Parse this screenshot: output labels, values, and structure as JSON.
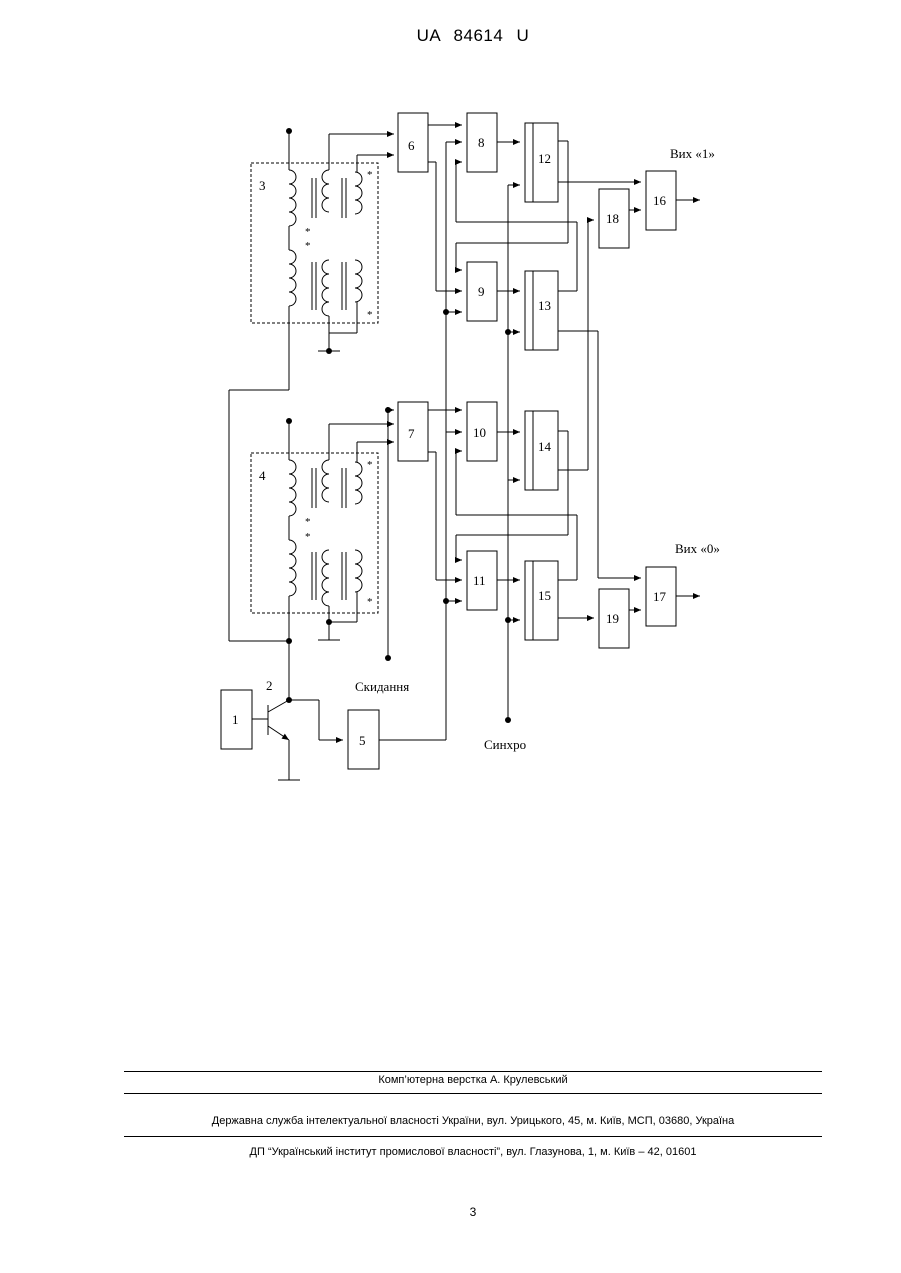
{
  "document": {
    "header": "UA 84614 U",
    "page_number": "3"
  },
  "figure": {
    "blocks": [
      "1",
      "2",
      "3",
      "4",
      "5",
      "6",
      "7",
      "8",
      "9",
      "10",
      "11",
      "12",
      "13",
      "14",
      "15",
      "16",
      "17",
      "18",
      "19"
    ],
    "labels": {
      "out_one": "Вих «1»",
      "out_zero": "Вих «0»",
      "reset": "Скидання",
      "sync": "Синхро"
    }
  },
  "footer": {
    "layout": "Комп’ютерна верстка А. Крулевський",
    "service": "Державна служба інтелектуальної власності України, вул. Урицького, 45, м. Київ, МСП, 03680, Україна",
    "institute": "ДП “Український інститут промислової власності”, вул. Глазунова, 1, м. Київ – 42, 01601"
  }
}
